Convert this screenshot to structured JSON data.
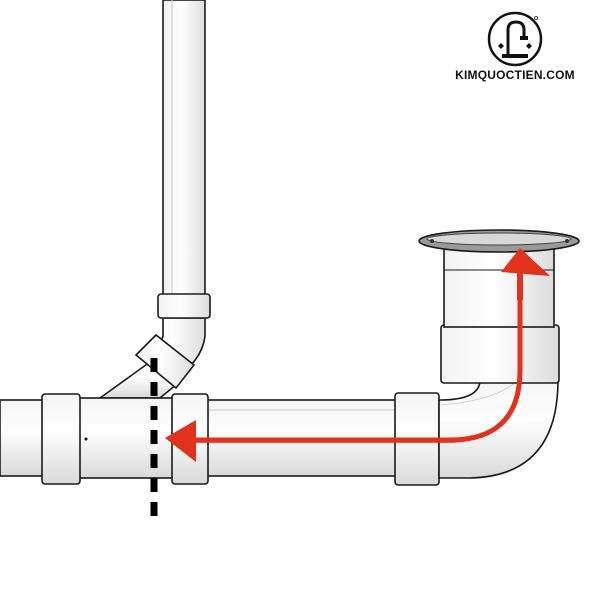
{
  "brand": {
    "name": "KIMQUOCTIEN.COM",
    "logo_icon": "faucet-icon"
  },
  "colors": {
    "pipe_fill": "#ffffff",
    "pipe_stroke": "#1a1a1a",
    "pipe_shade": "#e6e6e6",
    "flow_arrow": "#e0321c",
    "cut_line": "#000000",
    "flange": "#9a9a9a"
  },
  "diagram": {
    "elements": [
      "vertical-drain-pipe",
      "elbow-45",
      "wye-fitting",
      "horizontal-drain-pipe",
      "coupling",
      "elbow-90",
      "floor-drain-flange"
    ],
    "flow_direction_icon": "flow-arrow-icon",
    "cut_marker_icon": "dashed-cut-line-icon"
  }
}
